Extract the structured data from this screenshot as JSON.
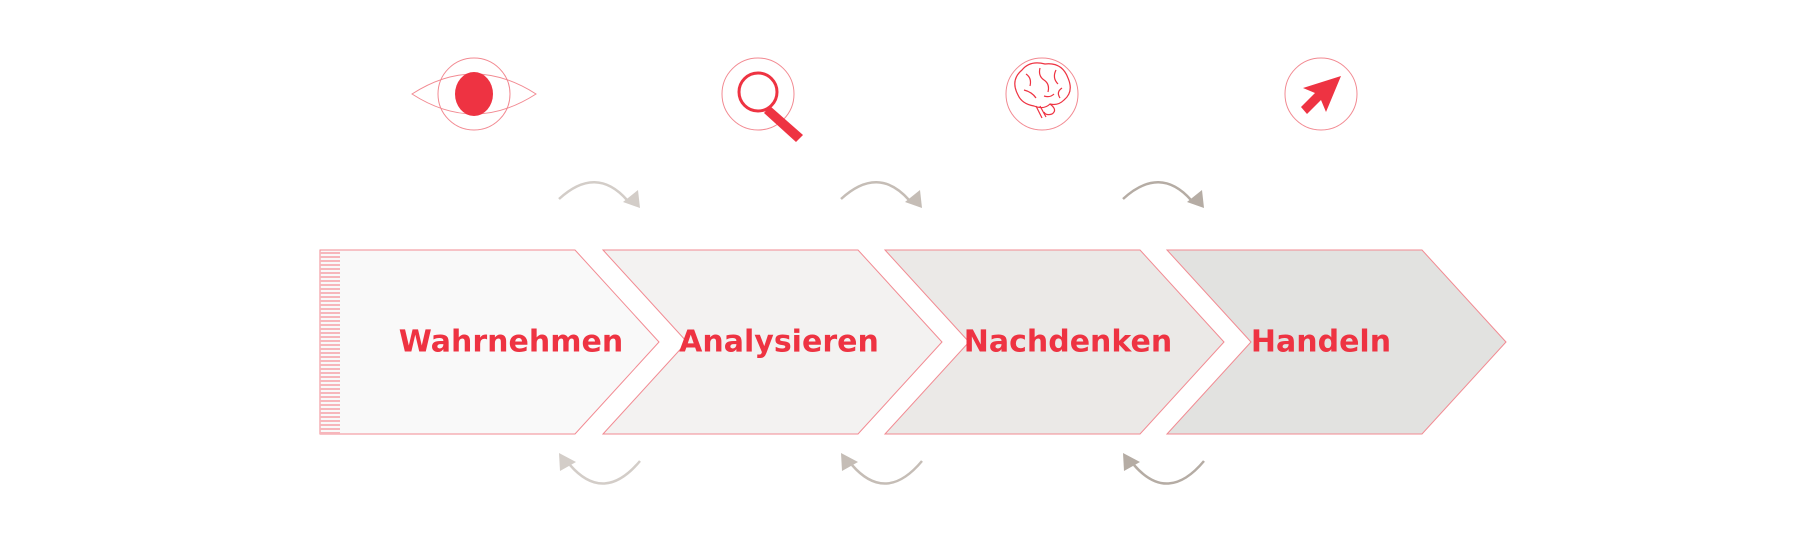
{
  "colors": {
    "accent": "#ee3342",
    "outline": "#f28a92",
    "stage_fills": [
      "#f9f9f9",
      "#f3f2f1",
      "#ebe9e7",
      "#e2e2e0"
    ],
    "cycle_arrow_colors": [
      "#d3cdc8",
      "#c5bdb6",
      "#b5aca4"
    ]
  },
  "stages": [
    {
      "label": "Wahrnehmen",
      "icon": "eye-icon"
    },
    {
      "label": "Analysieren",
      "icon": "magnifier-icon"
    },
    {
      "label": "Nachdenken",
      "icon": "brain-icon"
    },
    {
      "label": "Handeln",
      "icon": "cursor-arrow-icon"
    }
  ]
}
